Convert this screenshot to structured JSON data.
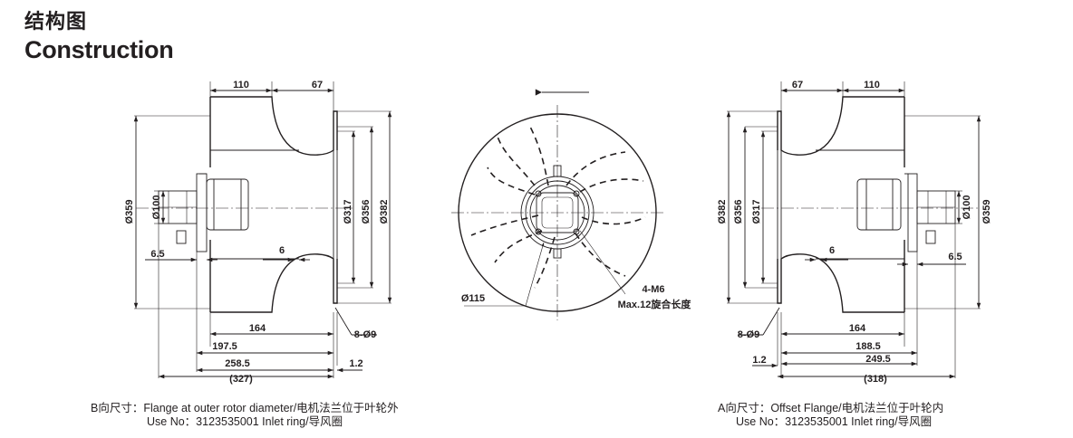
{
  "title": {
    "cn": "结构图",
    "en": "Construction"
  },
  "left_view": {
    "dims": {
      "top_110": "110",
      "top_67": "67",
      "d359": "Ø359",
      "d100": "Ø100",
      "d317": "Ø317",
      "d356": "Ø356",
      "d382": "Ø382",
      "d6_5": "6.5",
      "d6": "6",
      "d164": "164",
      "d197_5": "197.5",
      "d258_5": "258.5",
      "d327": "(327)",
      "d1_2": "1.2",
      "holes": "8-Ø9"
    },
    "caption_line1": "B向尺寸：Flange at outer rotor diameter/电机法兰位于叶轮外",
    "caption_line2": "Use No：3123535001 Inlet ring/导风圈"
  },
  "center_view": {
    "d115": "Ø115",
    "thread": "4-M6",
    "thread_depth": "Max.12旋合长度"
  },
  "right_view": {
    "dims": {
      "top_67": "67",
      "top_110": "110",
      "d382": "Ø382",
      "d356": "Ø356",
      "d317": "Ø317",
      "d100": "Ø100",
      "d359": "Ø359",
      "d6": "6",
      "d6_5": "6.5",
      "d164": "164",
      "d188_5": "188.5",
      "d249_5": "249.5",
      "d318": "(318)",
      "d1_2": "1.2",
      "holes": "8-Ø9"
    },
    "caption_line1": "A向尺寸：Offset Flange/电机法兰位于叶轮内",
    "caption_line2": "Use No：3123535001 Inlet ring/导风圈"
  }
}
